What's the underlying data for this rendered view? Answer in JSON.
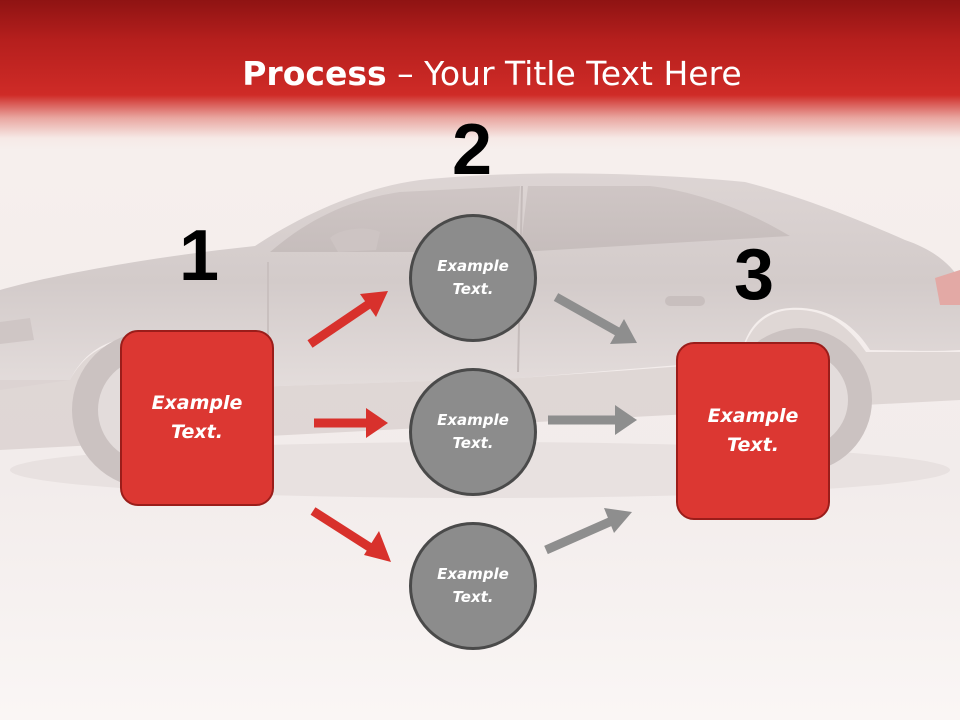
{
  "slide": {
    "title_bold": "Process",
    "title_rest": " – Your Title Text Here",
    "step_numbers": [
      "1",
      "2",
      "3"
    ],
    "left_box": "Example\nText.",
    "right_box": "Example\nText.",
    "circles": [
      "Example\nText.",
      "Example\nText.",
      "Example\nText."
    ]
  },
  "colors": {
    "header": "#cf2b27",
    "box_fill": "#dc3732",
    "circle_fill": "#8c8c8c",
    "arrow_red": "#d8312c",
    "arrow_gray": "#8e8e8e"
  }
}
